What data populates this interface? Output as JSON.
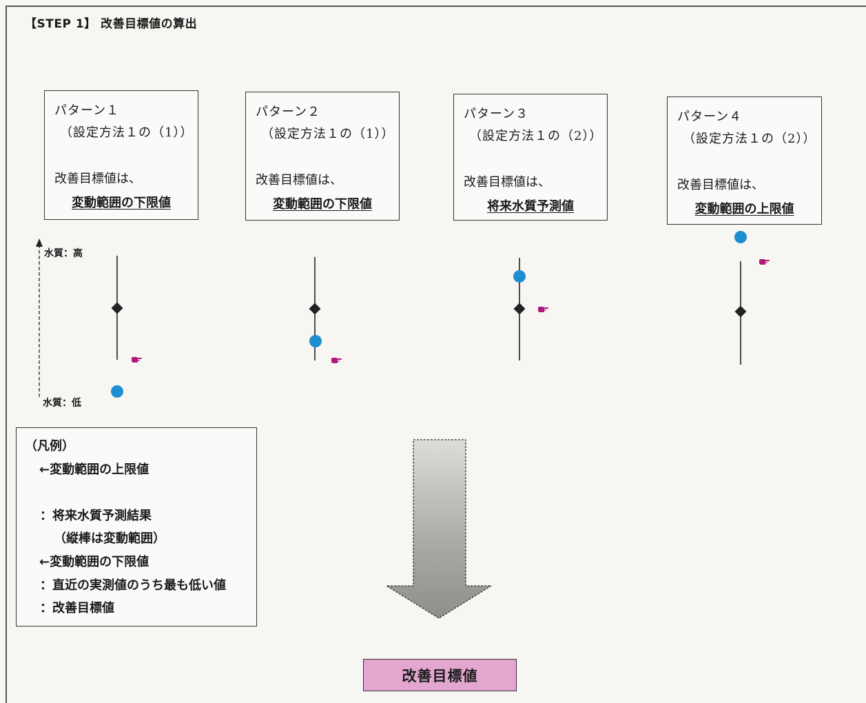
{
  "step_title": "【STEP 1】 改善目標値の算出",
  "patterns": [
    {
      "name": "パターン１",
      "method": "（設定方法１の（1））",
      "target_label": "改善目標値は、",
      "target_value": "変動範囲の下限値"
    },
    {
      "name": "パターン２",
      "method": "（設定方法１の（1））",
      "target_label": "改善目標値は、",
      "target_value": "変動範囲の下限値"
    },
    {
      "name": "パターン３",
      "method": "（設定方法１の（2））",
      "target_label": "改善目標値は、",
      "target_value": "将来水質予測値"
    },
    {
      "name": "パターン４",
      "method": "（設定方法１の（2））",
      "target_label": "改善目標値は、",
      "target_value": "変動範囲の上限値"
    }
  ],
  "axis": {
    "high": "水質：高",
    "low": "水質：低"
  },
  "legend": {
    "title": "（凡例）",
    "upper_limit": "←変動範囲の上限値",
    "prediction": "：将来水質予測結果",
    "prediction_note": "（縦棒は変動範囲）",
    "lower_limit": "←変動範囲の下限値",
    "measured": "：直近の実測値のうち最も低い値",
    "target": "：改善目標値"
  },
  "result_label": "改善目標値",
  "colors": {
    "measured_dot": "#1e8fd0",
    "target_marker": "#b0187a",
    "result_box": "#e2a6cf",
    "arrow": "#a9aaa6"
  },
  "icons": {
    "measured": "circle",
    "prediction": "diamond",
    "target": "pointing-hand-icon"
  }
}
